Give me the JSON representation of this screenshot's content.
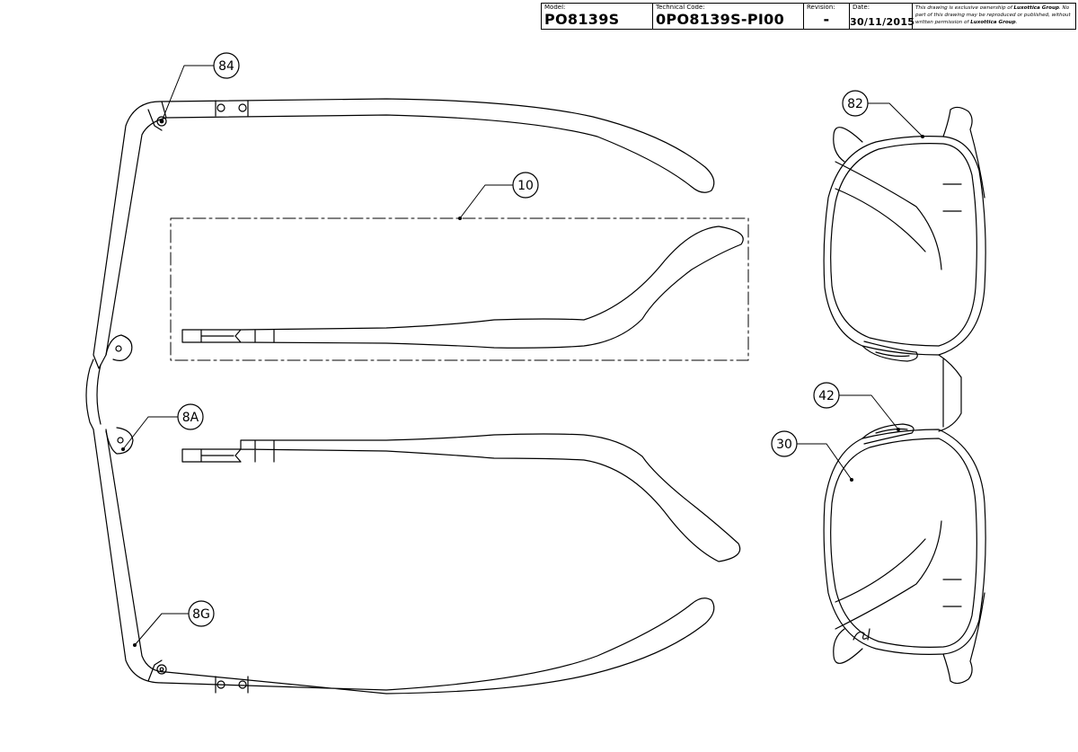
{
  "title_block": {
    "model_label": "Model:",
    "model_value": "PO8139S",
    "technical_code_label": "Technical Code:",
    "technical_code_value": "0PO8139S-PI00",
    "revision_label": "Revision:",
    "revision_value": "-",
    "date_label": "Date:",
    "date_value": "30/11/2015",
    "ownership_note_prefix": "This drawing is exclusive ownership of ",
    "ownership_note_brand": "Luxottica Group",
    "ownership_note_mid": ". No part of this drawing may be reproduced or published, without written permission of ",
    "ownership_note_brand_2": "Luxottica Group",
    "ownership_note_suffix": "."
  },
  "callouts": [
    {
      "id": "84",
      "text": "84",
      "target": "hinge screw"
    },
    {
      "id": "10",
      "text": "10",
      "target": "temple"
    },
    {
      "id": "8A",
      "text": "8A",
      "target": "nose pad"
    },
    {
      "id": "8G",
      "text": "8G",
      "target": "hinge"
    },
    {
      "id": "82",
      "text": "82",
      "target": "front frame"
    },
    {
      "id": "42",
      "text": "42",
      "target": "nose pad arm"
    },
    {
      "id": "30",
      "text": "30",
      "target": "lens"
    }
  ]
}
